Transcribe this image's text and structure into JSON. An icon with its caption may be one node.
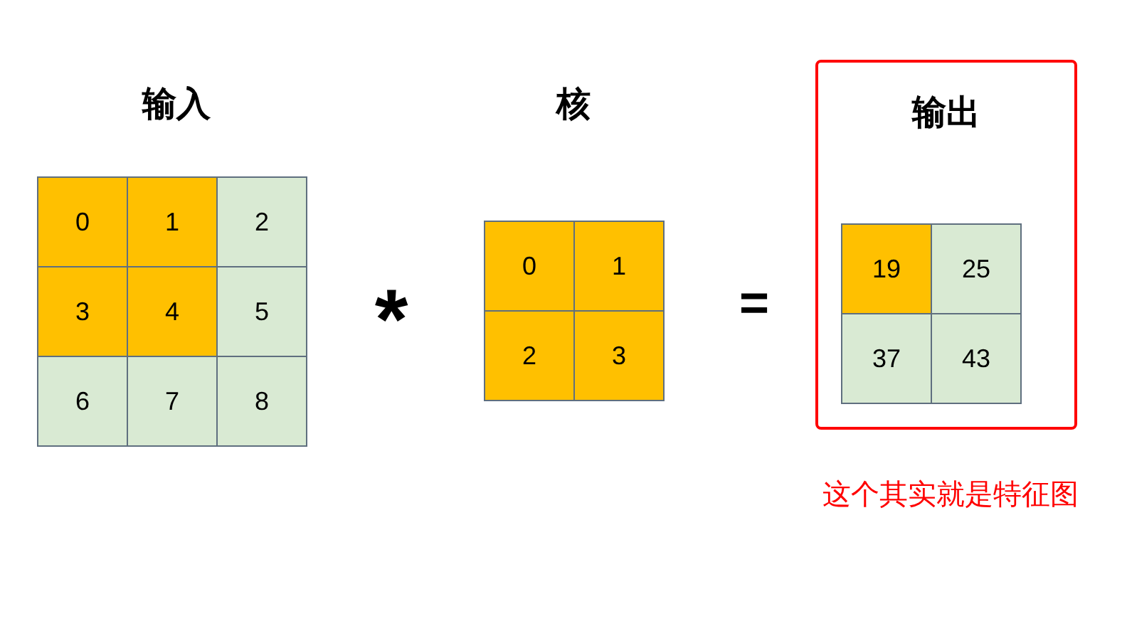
{
  "diagram": {
    "nodes": [
      {
        "text": [
          "0"
        ]
      },
      {
        "text": [
          "1"
        ]
      },
      {
        "text": [
          "2"
        ]
      },
      {
        "text": [
          "3"
        ]
      },
      {
        "text": [
          "4"
        ]
      },
      {
        "text": [
          "5"
        ]
      },
      {
        "text": [
          "6"
        ]
      },
      {
        "text": [
          "7"
        ]
      },
      {
        "text": [
          "8"
        ]
      },
      {
        "text": [
          "0"
        ]
      },
      {
        "text": [
          "1"
        ]
      },
      {
        "text": [
          "2"
        ]
      },
      {
        "text": [
          "3"
        ]
      },
      {
        "text": [
          "输出"
        ],
        "beside": [
          "这个其实就是特征图"
        ]
      },
      {
        "text": [
          "19"
        ],
        "in": 13
      },
      {
        "text": [
          "25"
        ],
        "in": 13
      },
      {
        "text": [
          "37"
        ],
        "in": 13
      },
      {
        "text": [
          "43"
        ],
        "in": 13
      }
    ],
    "edges": [],
    "labels": [
      "输入",
      "核",
      "*",
      "="
    ]
  }
}
